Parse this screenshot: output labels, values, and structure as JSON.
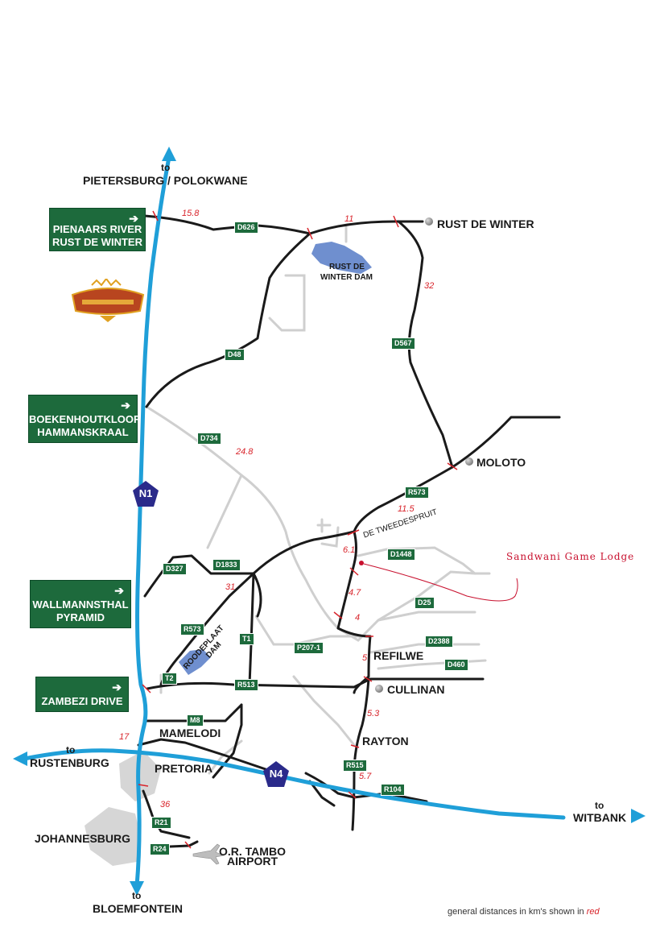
{
  "destinations": {
    "north_to": "to",
    "north": "PIETERSBURG / POLOKWANE",
    "west_to": "to",
    "west": "RUSTENBURG",
    "east_to": "to",
    "east": "WITBANK",
    "south_to": "to",
    "south": "BLOEMFONTEIN"
  },
  "signs": [
    {
      "line1": "PIENAARS RIVER",
      "line2": "RUST DE WINTER"
    },
    {
      "line1": "BOEKENHOUTKLOOF",
      "line2": "HAMMANSKRAAL"
    },
    {
      "line1": "WALLMANNSTHAL",
      "line2": "PYRAMID"
    },
    {
      "line1": "ZAMBEZI DRIVE",
      "line2": ""
    }
  ],
  "places": {
    "rust_de_winter": "RUST DE WINTER",
    "rust_de_winter_dam_1": "RUST DE",
    "rust_de_winter_dam_2": "WINTER DAM",
    "moloto": "MOLOTO",
    "de_tweedespruit": "DE TWEEDESPRUIT",
    "refilwe": "REFILWE",
    "cullinan": "CULLINAN",
    "rayton": "RAYTON",
    "mamelodi": "MAMELODI",
    "pretoria": "PRETORIA",
    "johannesburg": "JOHANNESBURG",
    "airport_1": "O.R. TAMBO",
    "airport_2": "AIRPORT",
    "roodeplaat": "ROODEPLAAT",
    "roodeplaat_dam": "DAM"
  },
  "roads": {
    "d626": "D626",
    "d48": "D48",
    "d567": "D567",
    "d734": "D734",
    "r573_north": "R573",
    "d1448": "D1448",
    "d327": "D327",
    "d1833": "D1833",
    "d25": "D25",
    "r573_south": "R573",
    "t1": "T1",
    "p207": "P207-1",
    "d2388": "D2388",
    "d460": "D460",
    "t2": "T2",
    "r513": "R513",
    "m8": "M8",
    "r515": "R515",
    "r104": "R104",
    "r21": "R21",
    "r24": "R24"
  },
  "highways": {
    "n1": "N1",
    "n4": "N4"
  },
  "distances": {
    "d1": "15.8",
    "d2": "11",
    "d3": "32",
    "d4": "24.8",
    "d5": "11.5",
    "d6": "6.1",
    "d7": "4.7",
    "d8": "4",
    "d9": "5",
    "d10": "31",
    "d11": "5.3",
    "d12": "5.7",
    "d13": "17",
    "d14": "36"
  },
  "lodge": "Sandwani Game Lodge",
  "footer": {
    "text": "general distances in km's shown in",
    "red": "red"
  },
  "colors": {
    "highway": "#1f9fd8",
    "road": "#1a1a1a",
    "minor_road": "#cfcfcf",
    "sign": "#1d6a3c",
    "distance": "#d8232a",
    "dam": "#6f8fcf"
  }
}
